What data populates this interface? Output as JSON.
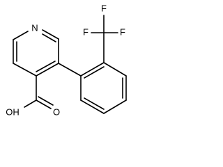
{
  "molecule": {
    "atoms": {
      "n": "N",
      "f_left": "F",
      "f_top": "F",
      "f_right": "F",
      "o_carbonyl": "O",
      "oh": "OH"
    }
  },
  "colors": {
    "bond": "#000000",
    "label": "#000000",
    "background": "#ffffff"
  }
}
